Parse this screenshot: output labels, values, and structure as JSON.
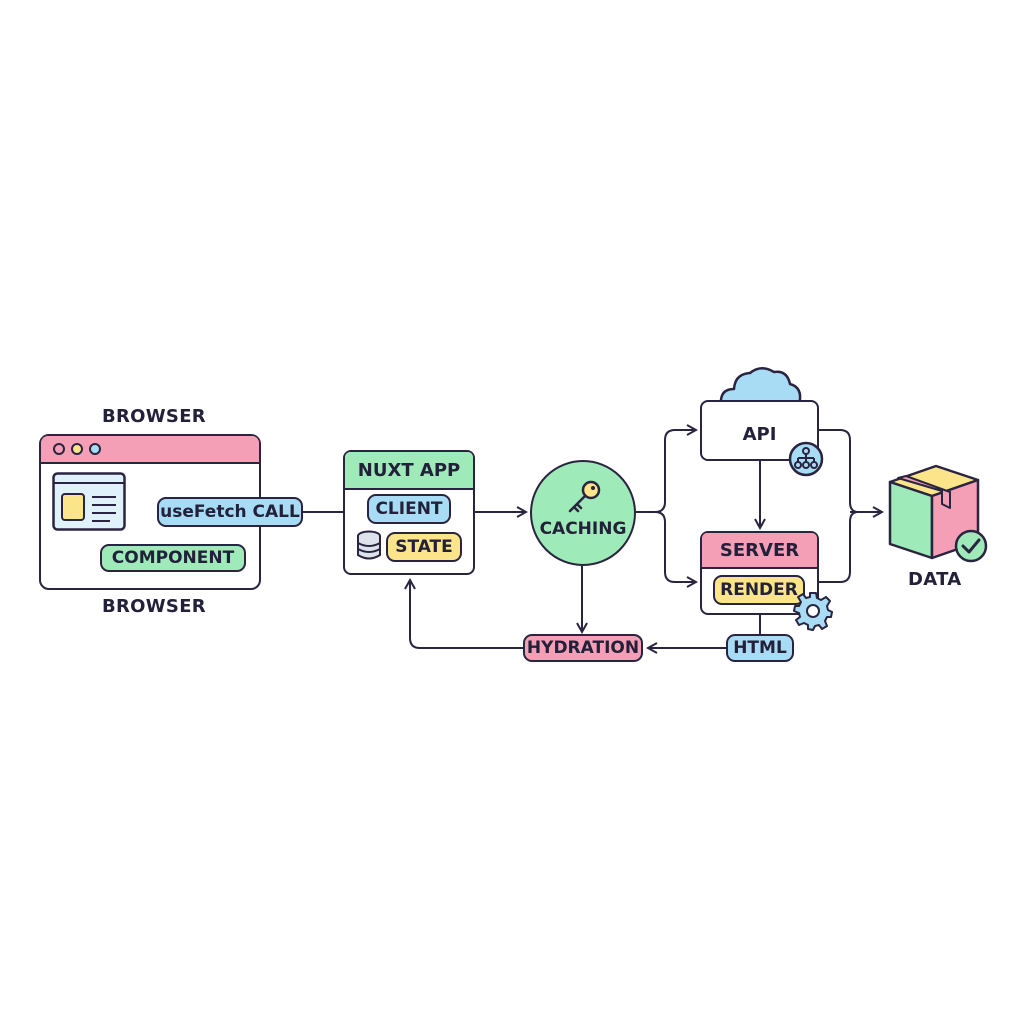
{
  "browser": {
    "top_label": "BROWSER",
    "bottom_label": "BROWSER",
    "fetch_label": "useFetch CALL",
    "component_label": "COMPONENT"
  },
  "nuxt": {
    "title": "NUXT APP",
    "client_label": "CLIENT",
    "state_label": "STATE"
  },
  "caching": {
    "label": "CACHING"
  },
  "api": {
    "label": "API"
  },
  "server": {
    "title": "SERVER",
    "render_label": "RENDER"
  },
  "html_label": "HTML",
  "hydration_label": "HYDRATION",
  "data_label": "DATA",
  "colors": {
    "pink": "#f59fb6",
    "green": "#9eeab8",
    "blue": "#a8dcf5",
    "yellow": "#fbe48a",
    "outline": "#2a2440"
  },
  "icons": [
    "window-dots-icon",
    "webpage-icon",
    "database-icon",
    "key-icon",
    "cloud-icon",
    "network-icon",
    "gear-icon",
    "package-icon",
    "checkmark-icon"
  ]
}
